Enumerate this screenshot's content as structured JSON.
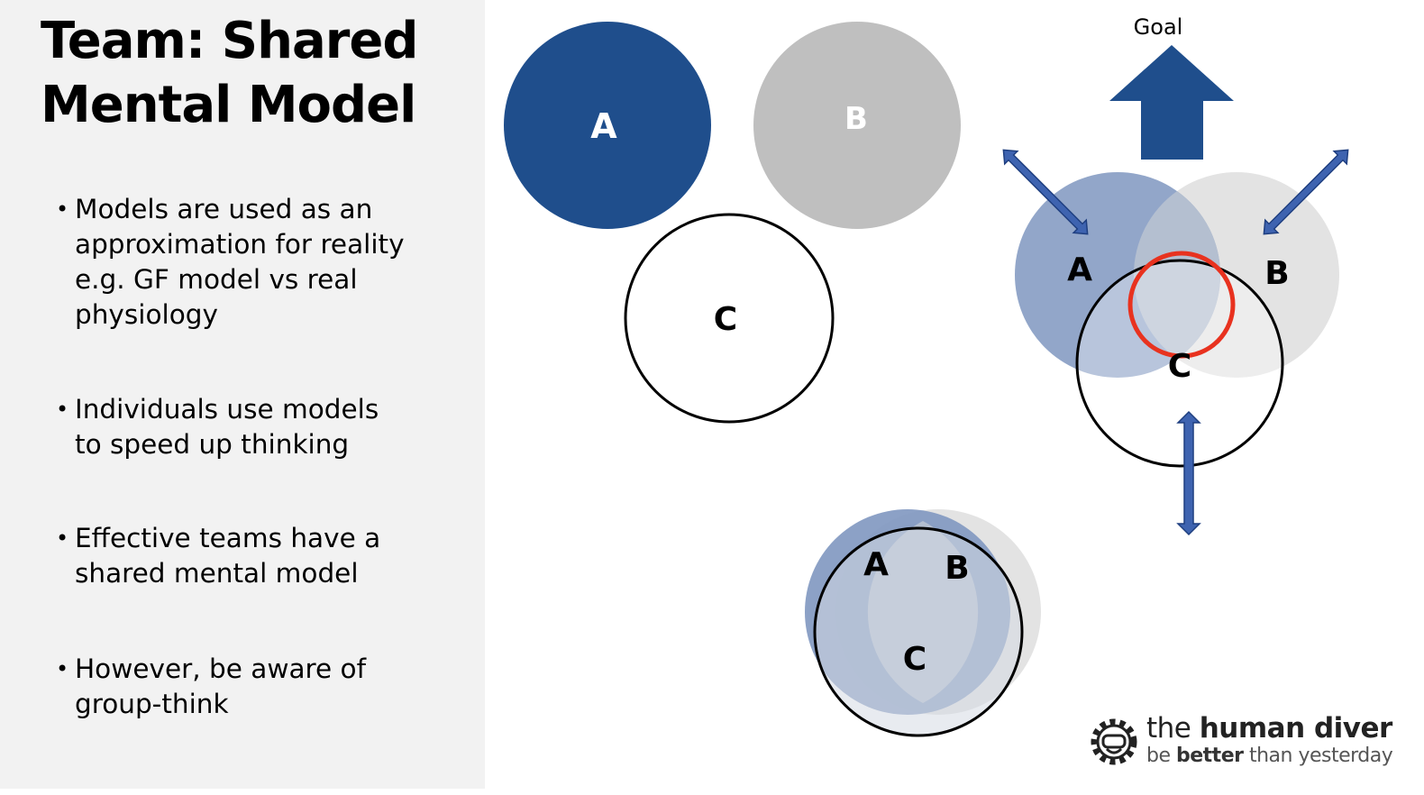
{
  "slide": {
    "title_line1": "Team: Shared",
    "title_line2": "Mental Model",
    "bullets": [
      {
        "text": "Models are used as an\napproximation for reality\ne.g. GF model vs real\nphysiology"
      },
      {
        "text": "Individuals use models\nto speed up thinking"
      },
      {
        "text": "Effective teams have a\nshared mental model"
      },
      {
        "text": "However, be aware of\ngroup-think"
      }
    ],
    "bullet_glyph": "•"
  },
  "diagram": {
    "separate": {
      "a": "A",
      "b": "B",
      "c": "C"
    },
    "goal_label": "Goal",
    "overlap": {
      "a": "A",
      "b": "B",
      "c": "C"
    },
    "merged": {
      "a": "A",
      "b": "B",
      "c": "C"
    },
    "colors": {
      "blue": "#1f4e8c",
      "blue_light": "#7f97c0",
      "grey": "#bfbfbf",
      "grey_light": "#e3e3e3",
      "highlight_red": "#e8321f",
      "arrow_blue": "#3e63b0"
    }
  },
  "logo": {
    "name_light": "the ",
    "name_bold": "human diver",
    "tag_light1": "be ",
    "tag_bold": "better",
    "tag_light2": " than yesterday",
    "icon": "diver-mask-gear-icon"
  }
}
